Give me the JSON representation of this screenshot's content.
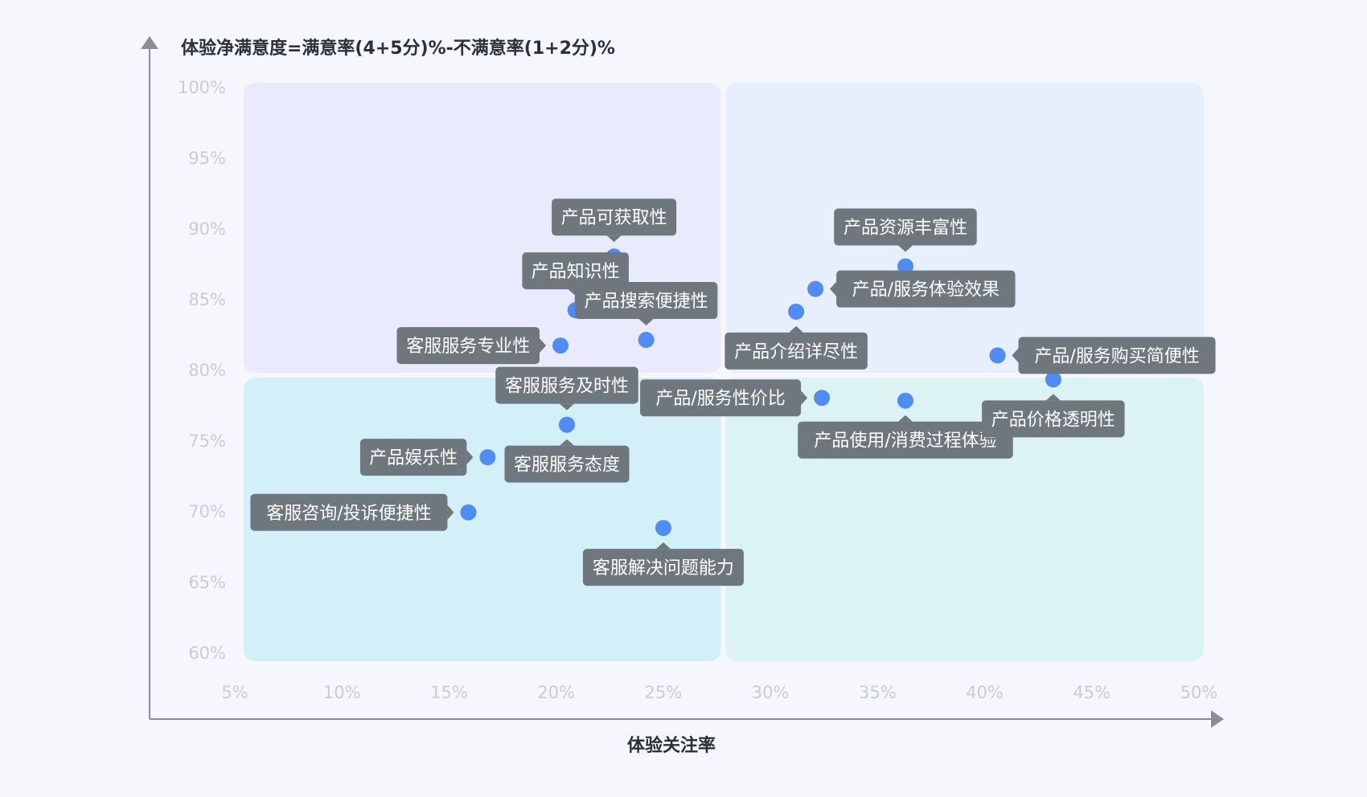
{
  "colors": {
    "background": "#f5f7fc",
    "quadrant_top_left": "#e9eafc",
    "quadrant_top_right": "#e7eefc",
    "quadrant_bottom_left": "#d3f0f9",
    "quadrant_bottom_right": "#dcf3f4",
    "point": "#4f8cf7",
    "label_bg": "#6f777e",
    "axis": "#8a8f96",
    "tick_text": "#c9ccd2"
  },
  "chart_data": {
    "type": "scatter",
    "title": "",
    "xlabel": "体验关注率",
    "ylabel": "体验净满意度=满意率(4+5分)%-不满意率(1+2分)%",
    "xlim": [
      5,
      50
    ],
    "ylim": [
      60,
      100
    ],
    "x_ticks": [
      "5%",
      "10%",
      "15%",
      "20%",
      "25%",
      "30%",
      "35%",
      "40%",
      "45%",
      "50%"
    ],
    "y_ticks": [
      "100%",
      "95%",
      "90%",
      "85%",
      "80%",
      "75%",
      "70%",
      "65%",
      "60%"
    ],
    "quadrant_split": {
      "x": 27.8,
      "y": 79.6
    },
    "grid": false,
    "points": [
      {
        "label": "产品可获取性",
        "x": 22.7,
        "y": 88.0,
        "label_pos": "top"
      },
      {
        "label": "产品知识性",
        "x": 20.9,
        "y": 84.2,
        "label_pos": "top"
      },
      {
        "label": "产品搜索便捷性",
        "x": 24.2,
        "y": 82.1,
        "label_pos": "top"
      },
      {
        "label": "客服服务专业性",
        "x": 20.2,
        "y": 81.7,
        "label_pos": "left"
      },
      {
        "label": "客服服务及时性",
        "x": 20.5,
        "y": 76.1,
        "label_pos": "top"
      },
      {
        "label": "产品娱乐性",
        "x": 16.8,
        "y": 73.8,
        "label_pos": "left"
      },
      {
        "label": "客服服务态度",
        "x": 20.5,
        "y": 76.1,
        "label_pos": "bottom"
      },
      {
        "label": "客服咨询/投诉便捷性",
        "x": 15.9,
        "y": 69.9,
        "label_pos": "left"
      },
      {
        "label": "客服解决问题能力",
        "x": 25.0,
        "y": 68.8,
        "label_pos": "bottom"
      },
      {
        "label": "产品资源丰富性",
        "x": 36.3,
        "y": 87.3,
        "label_pos": "top"
      },
      {
        "label": "产品/服务体验效果",
        "x": 32.1,
        "y": 85.7,
        "label_pos": "right"
      },
      {
        "label": "产品介绍详尽性",
        "x": 31.2,
        "y": 84.1,
        "label_pos": "bottom"
      },
      {
        "label": "产品/服务性价比",
        "x": 32.4,
        "y": 78.0,
        "label_pos": "left"
      },
      {
        "label": "产品使用/消费过程体验",
        "x": 36.3,
        "y": 77.8,
        "label_pos": "bottom"
      },
      {
        "label": "产品/服务购买简便性",
        "x": 40.6,
        "y": 81.0,
        "label_pos": "right"
      },
      {
        "label": "产品价格透明性",
        "x": 43.2,
        "y": 79.3,
        "label_pos": "bottom"
      }
    ]
  }
}
